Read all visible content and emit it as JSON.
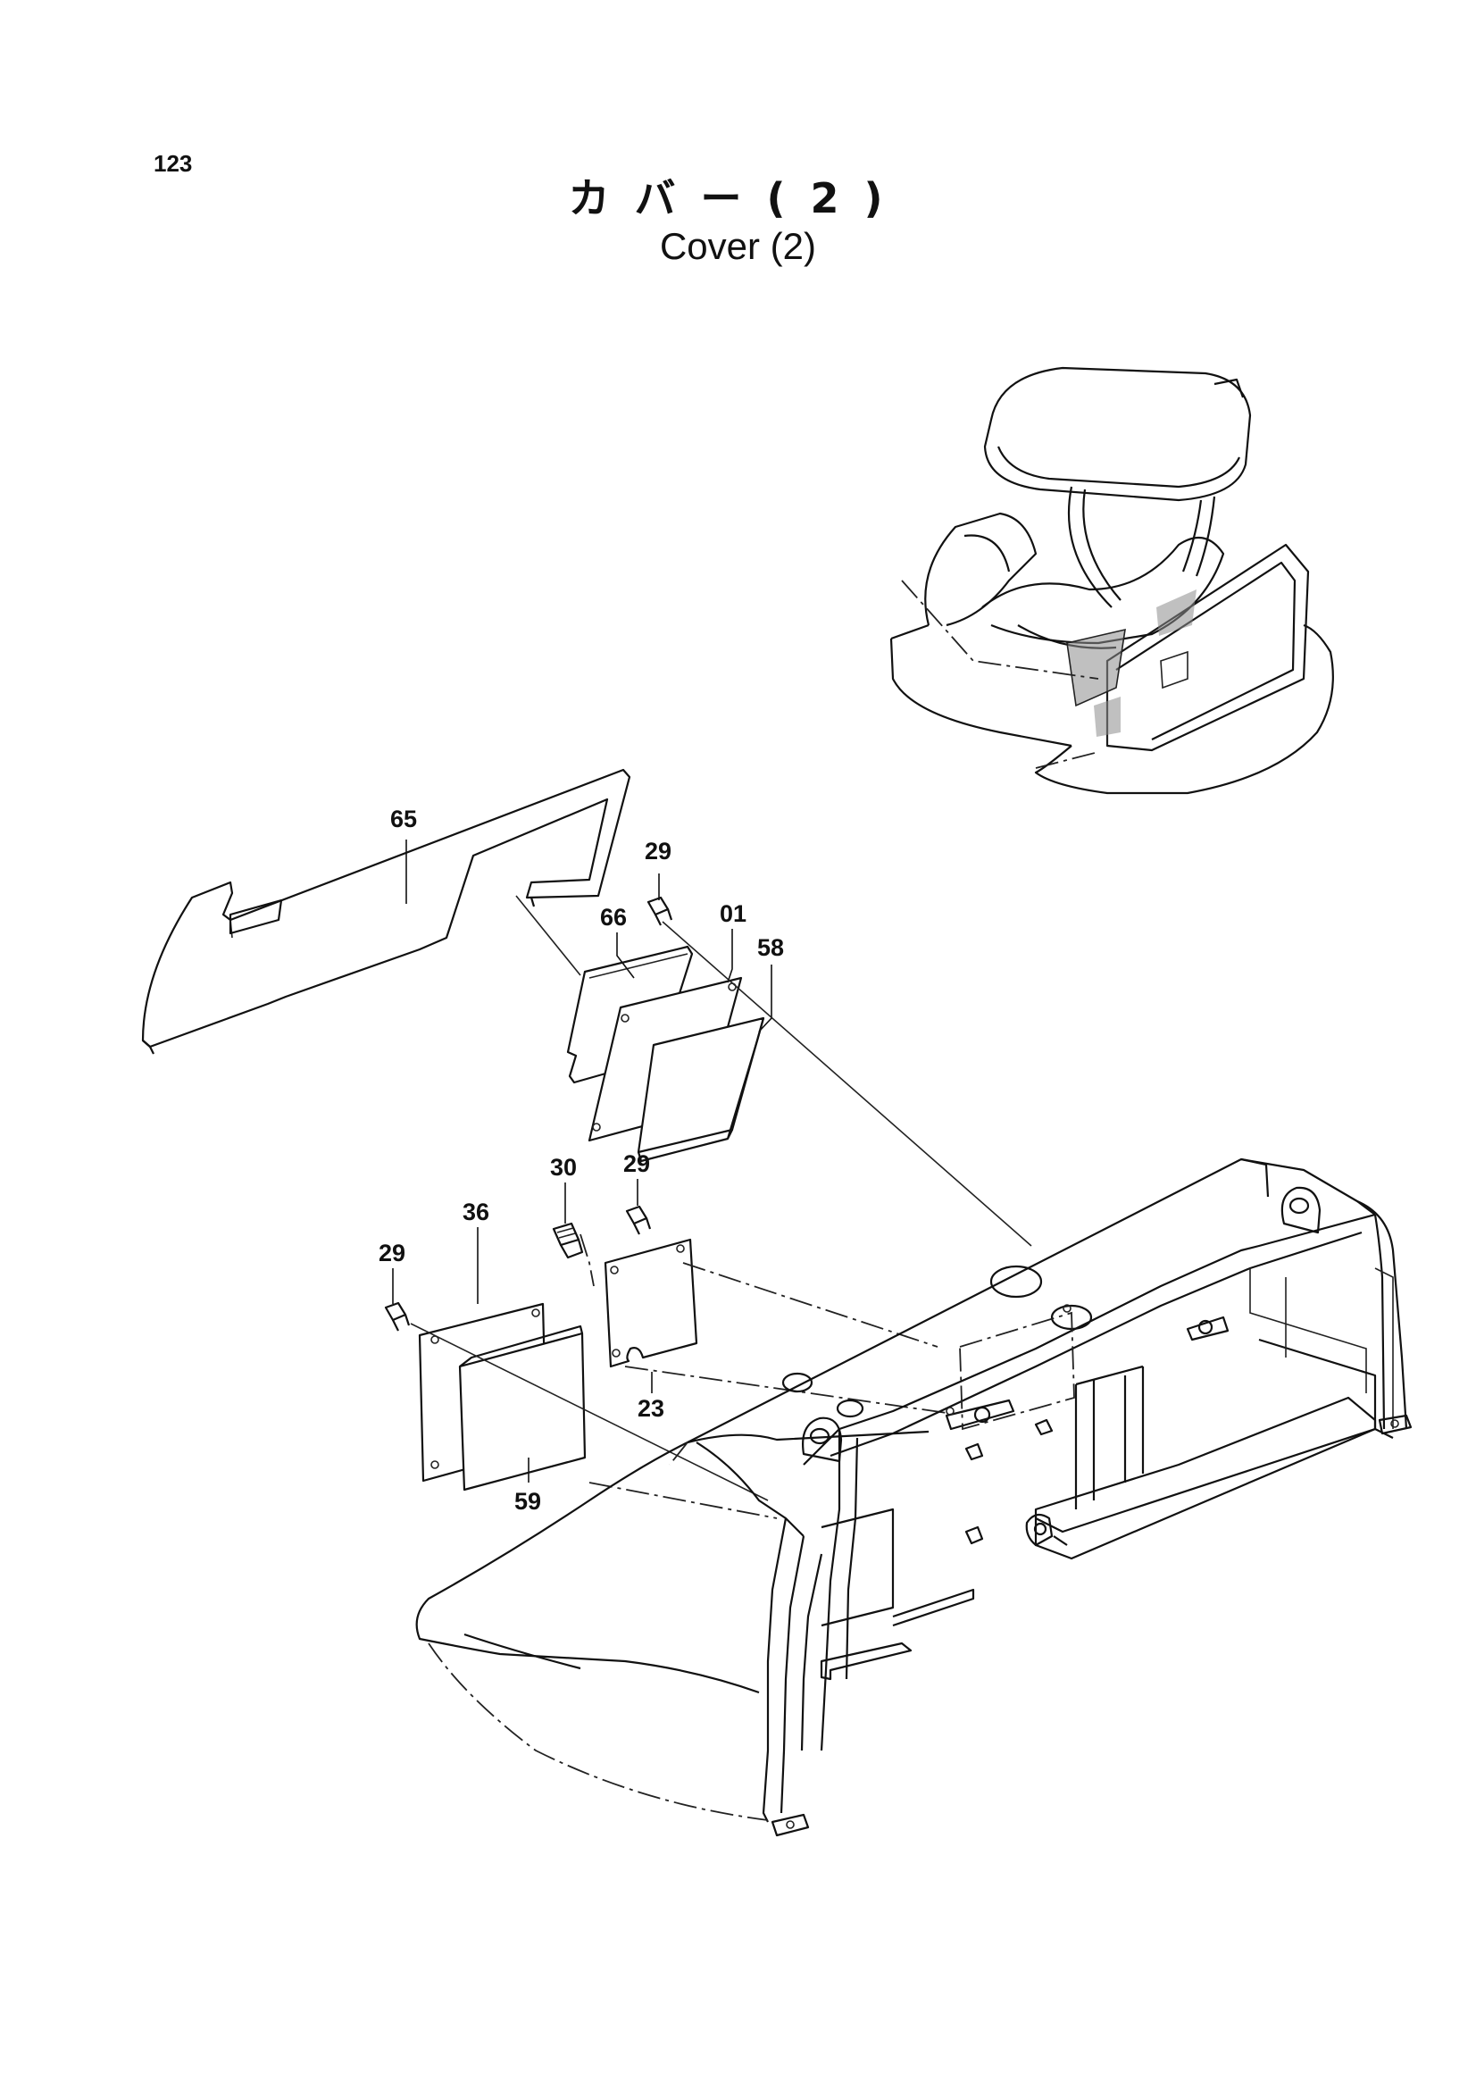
{
  "page": {
    "number": "123",
    "title_jp": "カバー(2)",
    "title_en": "Cover (2)"
  },
  "callouts": {
    "p65": "65",
    "p29a": "29",
    "p66": "66",
    "p01": "01",
    "p58": "58",
    "p30": "30",
    "p29b": "29",
    "p36": "36",
    "p29c": "29",
    "p23": "23",
    "p59": "59"
  }
}
